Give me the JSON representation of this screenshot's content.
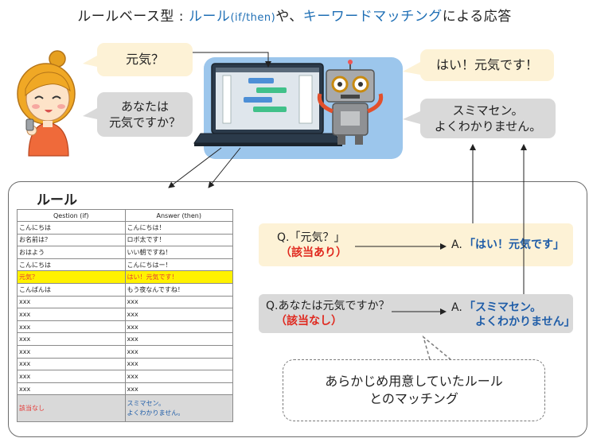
{
  "title": {
    "prefix": "ルールベース型 : ",
    "rule": "ルール",
    "ifthen": "(if/then)",
    "ya": "や、",
    "keyword": "キーワードマッチング",
    "suffix": "による応答"
  },
  "bubbles": {
    "user_genki": "元気？",
    "user_anata": "あなたは\n元気ですか？",
    "bot_hai": "はい！元気です！",
    "bot_sumimasen": "スミマセン。\nよくわかりません。"
  },
  "rule_heading": "ルール",
  "rule_table": {
    "headers": [
      "Qestion (if)",
      "Answer (then)"
    ],
    "rows": [
      [
        "こんにちは",
        "こんにちは！"
      ],
      [
        "お名前は？",
        "ロボ太です！"
      ],
      [
        "おはよう",
        "いい朝ですね！"
      ],
      [
        "こんにちは",
        "こんにちはー！"
      ],
      [
        "元気？",
        "はい！元気です！"
      ],
      [
        "こんばんは",
        "もう夜なんですね！"
      ],
      [
        "xxx",
        "xxx"
      ],
      [
        "xxx",
        "xxx"
      ],
      [
        "xxx",
        "xxx"
      ],
      [
        "xxx",
        "xxx"
      ],
      [
        "xxx",
        "xxx"
      ],
      [
        "xxx",
        "xxx"
      ],
      [
        "xxx",
        "xxx"
      ],
      [
        "xxx",
        "xxx"
      ]
    ],
    "no_match_question": "該当なし",
    "no_match_answer": "スミマセン。\nよくわかりません。",
    "highlight_color": "#fff200"
  },
  "matching": {
    "row1_question": "Q.「元気？」",
    "row1_status": "（該当あり）",
    "row1_answer_prefix": "A.",
    "row1_answer": "「はい！元気です」",
    "row2_question": "Q.あなたは元気ですか？",
    "row2_status": "（該当なし）",
    "row2_answer_prefix": "A.",
    "row2_answer": "「スミマセン。\n　よくわかりません」"
  },
  "note": "あらかじめ用意していたルール\nとのマッチング",
  "colors": {
    "accent_blue": "#1f6fb5",
    "red": "#e0281e",
    "cream": "#fdf2d6",
    "grey": "#d9d9d9",
    "panel": "#9cc6ec"
  }
}
